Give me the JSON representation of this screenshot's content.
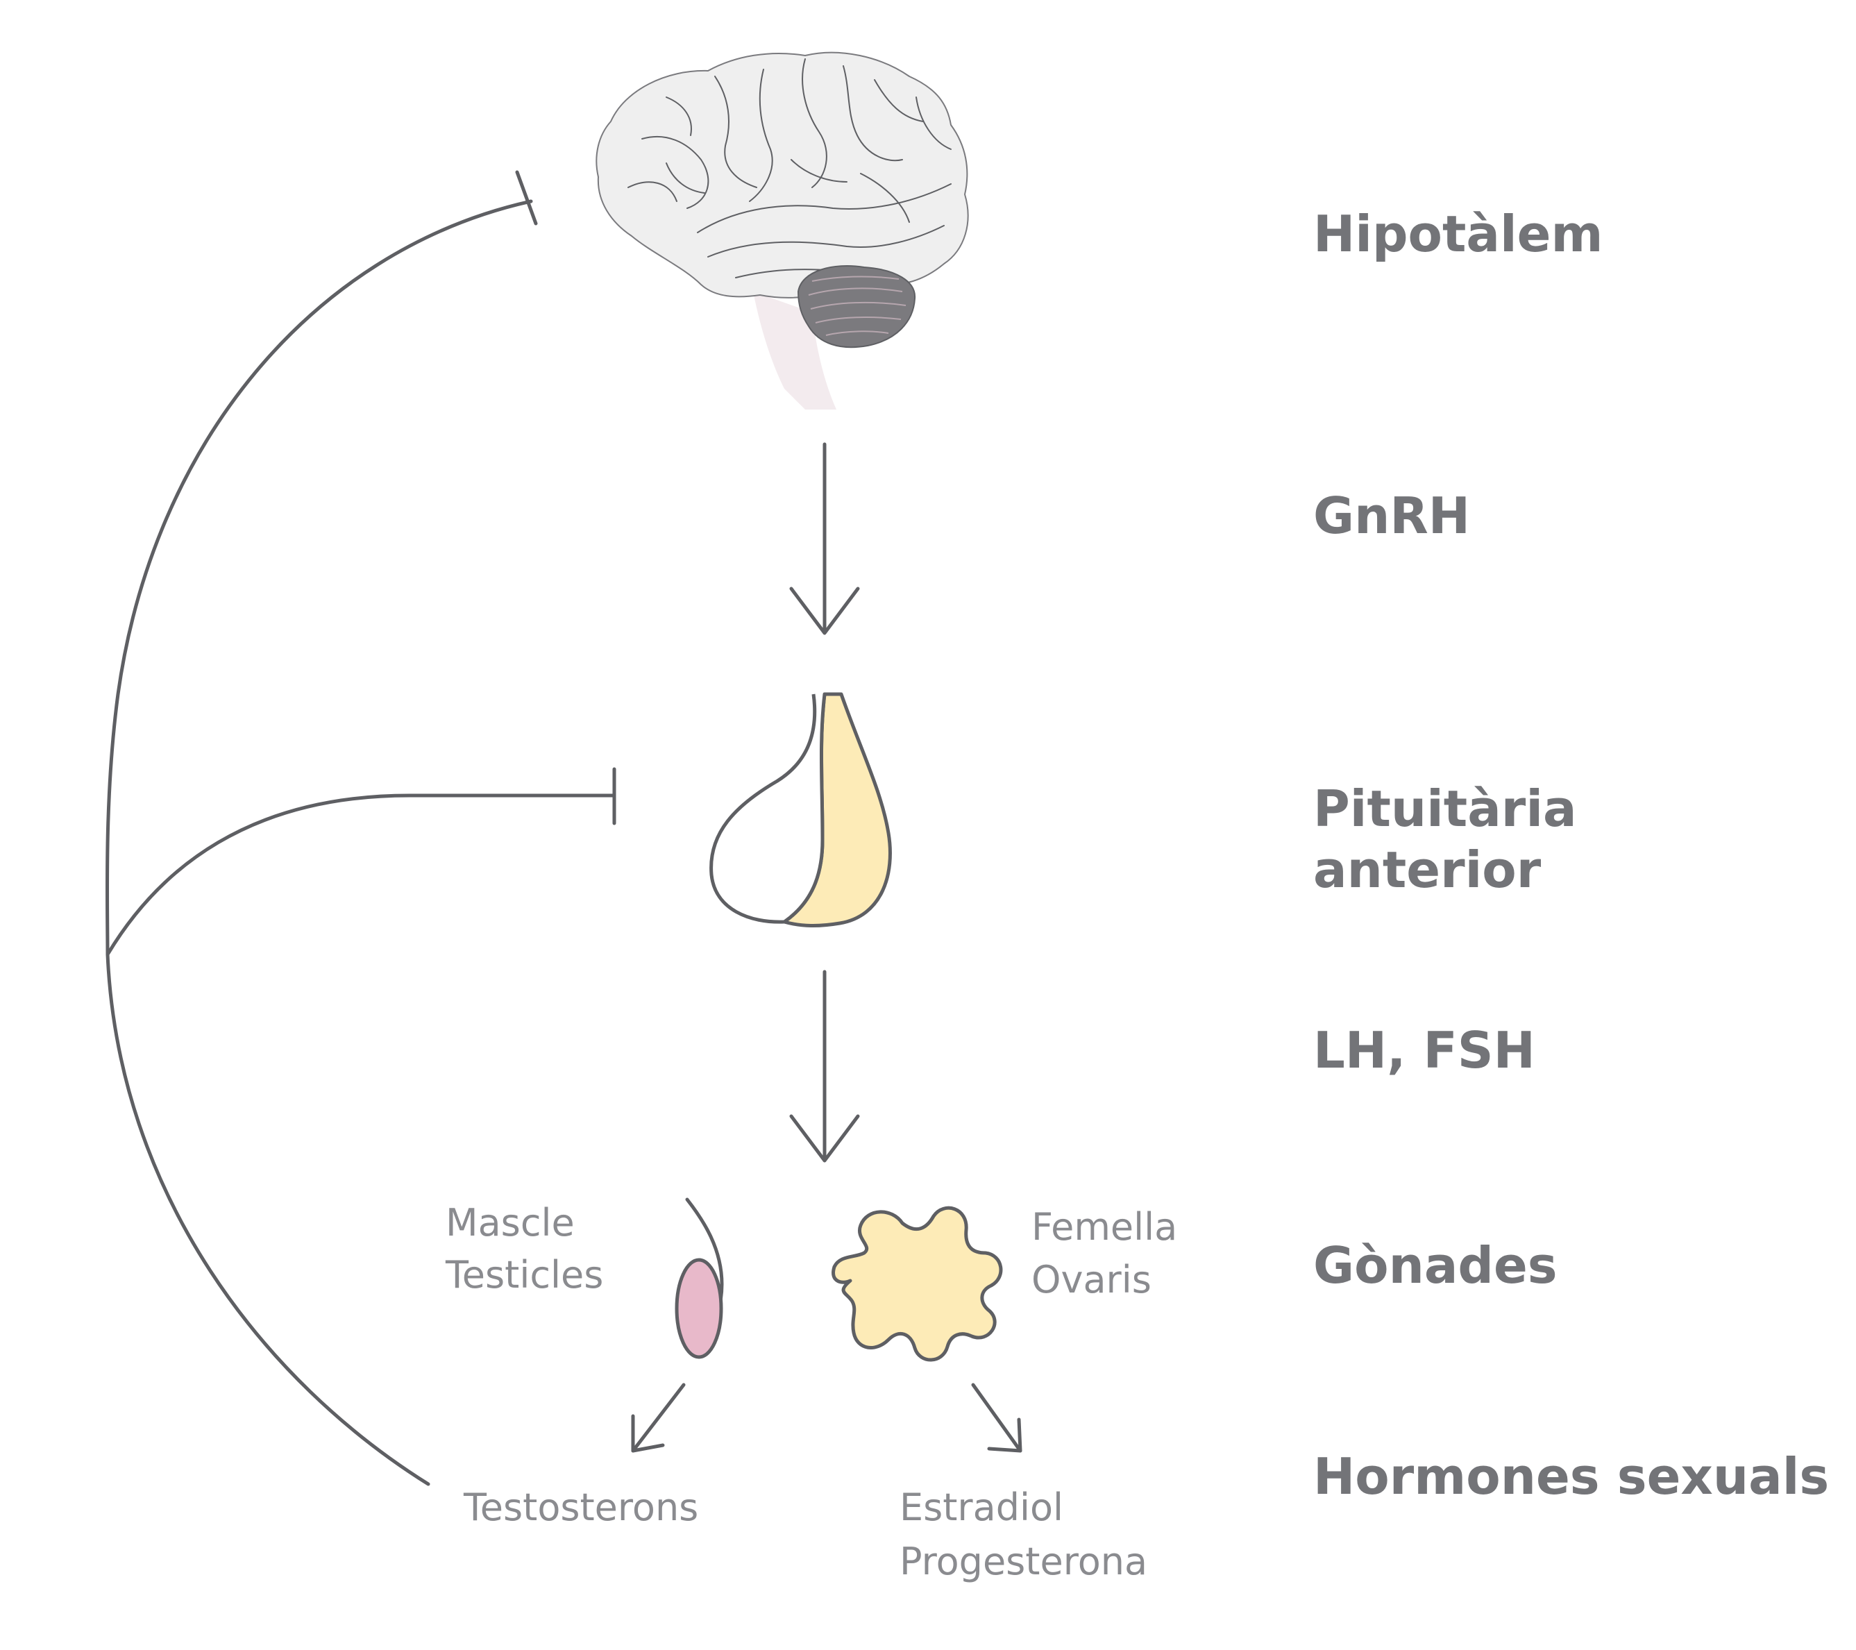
{
  "stages": {
    "hypothalamus": "Hipotàlem",
    "gnrh": "GnRH",
    "pituitary_line1": "Pituitària",
    "pituitary_line2": "anterior",
    "lh_fsh": "LH, FSH",
    "gonads": "Gònades",
    "sex_hormones": "Hormones sexuals"
  },
  "male": {
    "sex": "Mascle",
    "organ": "Testicles",
    "hormone": "Testosterons"
  },
  "female": {
    "sex": "Femella",
    "organ": "Ovaris",
    "hormone_1": "Estradiol",
    "hormone_2": "Progesterona"
  },
  "colors": {
    "line": "#5e5f63",
    "stage_text": "#737478",
    "organ_text": "#8a8b8f",
    "brain_fill": "#efefef",
    "brainstem_fill": "#f3ebee",
    "cerebellum_fill": "#7b7a7e",
    "pituitary_fill": "#fdebb7",
    "testis_fill": "#e8b9ca",
    "ovary_fill": "#fdebb7"
  }
}
